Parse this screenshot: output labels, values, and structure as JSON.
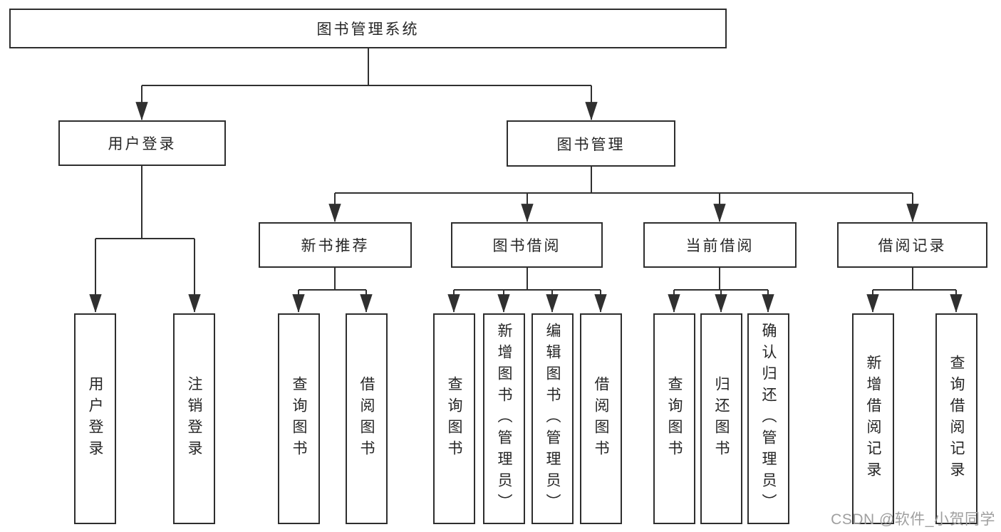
{
  "diagram_title": "图书管理系统",
  "nodes": {
    "root": {
      "label": "图书管理系统"
    },
    "user_login": {
      "label": "用户登录"
    },
    "book_mgmt": {
      "label": "图书管理"
    },
    "leaf_user_login": {
      "label": "用户登录"
    },
    "leaf_logout": {
      "label": "注销登录"
    },
    "new_book_rec": {
      "label": "新书推荐"
    },
    "book_borrow": {
      "label": "图书借阅"
    },
    "current_borrow": {
      "label": "当前借阅"
    },
    "borrow_records": {
      "label": "借阅记录"
    },
    "leaf_query_books_a": {
      "label": "查询图书"
    },
    "leaf_borrow_books_a": {
      "label": "借阅图书"
    },
    "leaf_query_books_b": {
      "label": "查询图书"
    },
    "leaf_add_books_admin": {
      "label": "新增图书（管理员）"
    },
    "leaf_edit_books_admin": {
      "label": "编辑图书（管理员）"
    },
    "leaf_borrow_books_b": {
      "label": "借阅图书"
    },
    "leaf_query_books_c": {
      "label": "查询图书"
    },
    "leaf_return_books": {
      "label": "归还图书"
    },
    "leaf_confirm_return_admin": {
      "label": "确认归还（管理员）"
    },
    "leaf_add_borrow_record": {
      "label": "新增借阅记录"
    },
    "leaf_query_borrow_record": {
      "label": "查询借阅记录"
    }
  },
  "hierarchy": [
    {
      "parent": "图书管理系统",
      "children": [
        "用户登录",
        "图书管理"
      ]
    },
    {
      "parent": "用户登录",
      "children": [
        "用户登录",
        "注销登录"
      ]
    },
    {
      "parent": "图书管理",
      "children": [
        "新书推荐",
        "图书借阅",
        "当前借阅",
        "借阅记录"
      ]
    },
    {
      "parent": "新书推荐",
      "children": [
        "查询图书",
        "借阅图书"
      ]
    },
    {
      "parent": "图书借阅",
      "children": [
        "查询图书",
        "新增图书（管理员）",
        "编辑图书（管理员）",
        "借阅图书"
      ]
    },
    {
      "parent": "当前借阅",
      "children": [
        "查询图书",
        "归还图书",
        "确认归还（管理员）"
      ]
    },
    {
      "parent": "借阅记录",
      "children": [
        "新增借阅记录",
        "查询借阅记录"
      ]
    }
  ],
  "watermark": {
    "text": "CSDN @软件_小贺同学"
  },
  "colors": {
    "line": "#303030",
    "border": "#2e2e2e",
    "text": "#262626",
    "watermark": "#9f9f9f",
    "background": "#ffffff"
  }
}
